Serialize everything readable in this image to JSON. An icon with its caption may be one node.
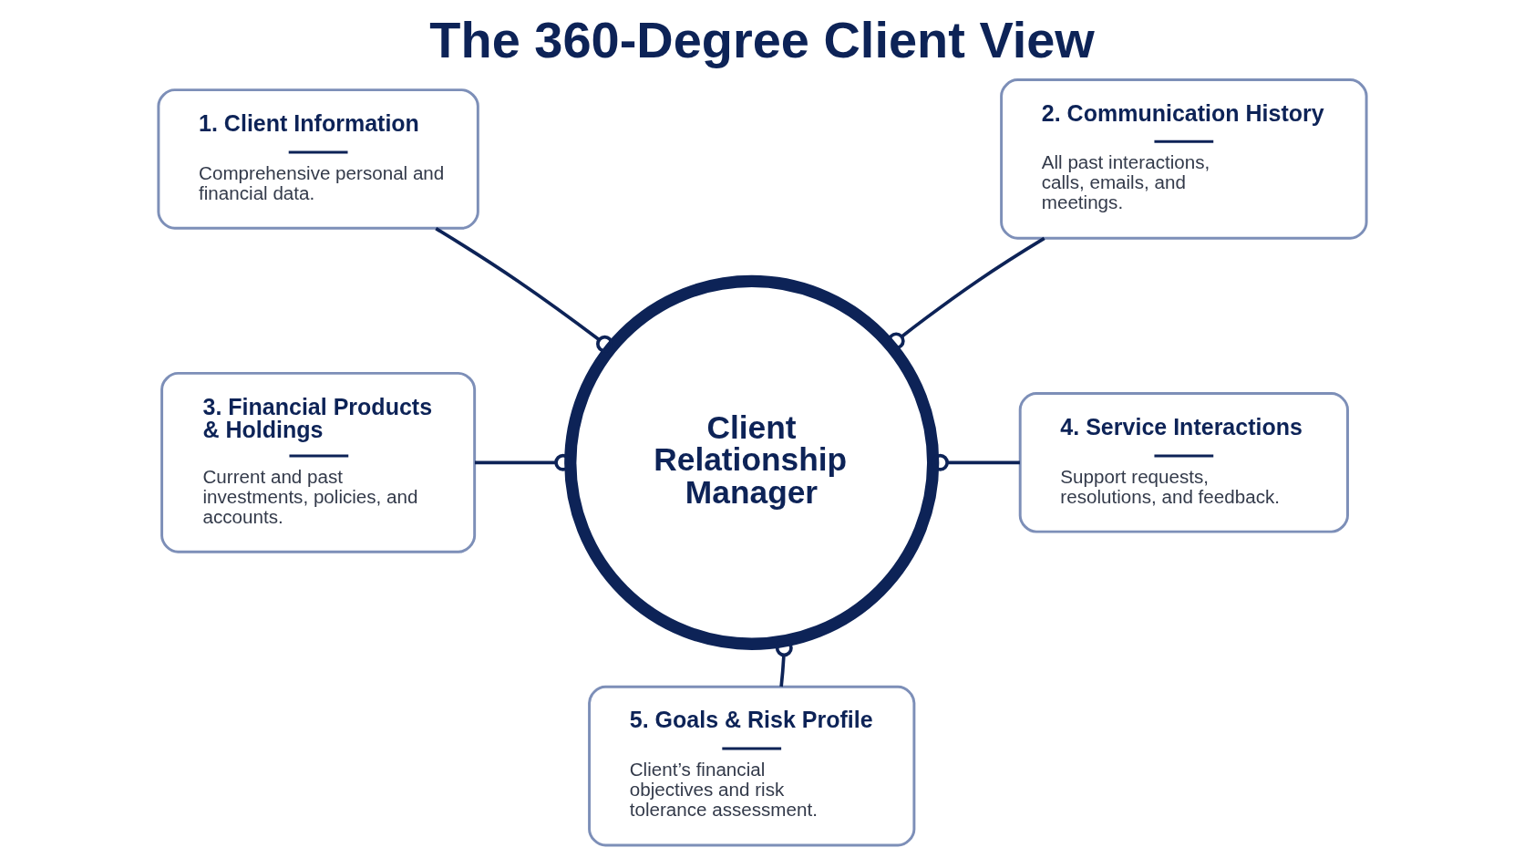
{
  "diagram": {
    "title": "The 360-Degree Client View",
    "nodes": [
      {
        "text": [
          "1. Client Information",
          "Comprehensive personal and financial data."
        ]
      },
      {
        "text": [
          "2. Communication History",
          "All past interactions, calls, emails, and meetings."
        ]
      },
      {
        "text": [
          "Client Relationship Manager"
        ]
      },
      {
        "text": [
          "3. Financial Products & Holdings",
          "Current and past investments, policies, and accounts."
        ]
      },
      {
        "text": [
          "4. Service Interactions",
          "Support requests, resolutions, and feedback."
        ]
      },
      {
        "text": [
          "5. Goals & Risk Profile",
          "Client’s financial objectives and risk tolerance assessment."
        ]
      }
    ],
    "edges": [
      {
        "from": 2,
        "to": 0,
        "arrow": "other"
      },
      {
        "from": 2,
        "to": 1,
        "arrow": "other"
      },
      {
        "from": 2,
        "to": 3,
        "arrow": "other"
      },
      {
        "from": 2,
        "to": 4,
        "arrow": "other"
      },
      {
        "from": 2,
        "to": 5,
        "arrow": "other"
      }
    ]
  }
}
